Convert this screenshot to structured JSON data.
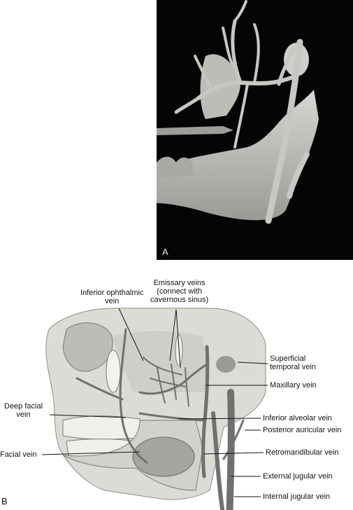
{
  "panels": {
    "a_label": "A",
    "b_label": "B"
  },
  "labels": {
    "inferior_ophthalmic": [
      "Inferior ophthalmic",
      "vein"
    ],
    "emissary": [
      "Emissary veins",
      "(connect with",
      "cavernous sinus)"
    ],
    "superficial_temporal": [
      "Superficial",
      "temporal vein"
    ],
    "maxillary": "Maxillary vein",
    "deep_facial": [
      "Deep facial",
      "vein"
    ],
    "inferior_alveolar": "Inferior alveolar vein",
    "posterior_auricular": "Posterior auricular vein",
    "facial": "Facial vein",
    "retromandibular": "Retromandibular vein",
    "external_jugular": "External jugular vein",
    "internal_jugular": "Internal jugular vein"
  },
  "colors": {
    "photo_bg": "#050505",
    "cast": "#c9c9c4",
    "skull": "#d9d9d4",
    "vein": "#6f6f6f",
    "leader": "#111111"
  }
}
